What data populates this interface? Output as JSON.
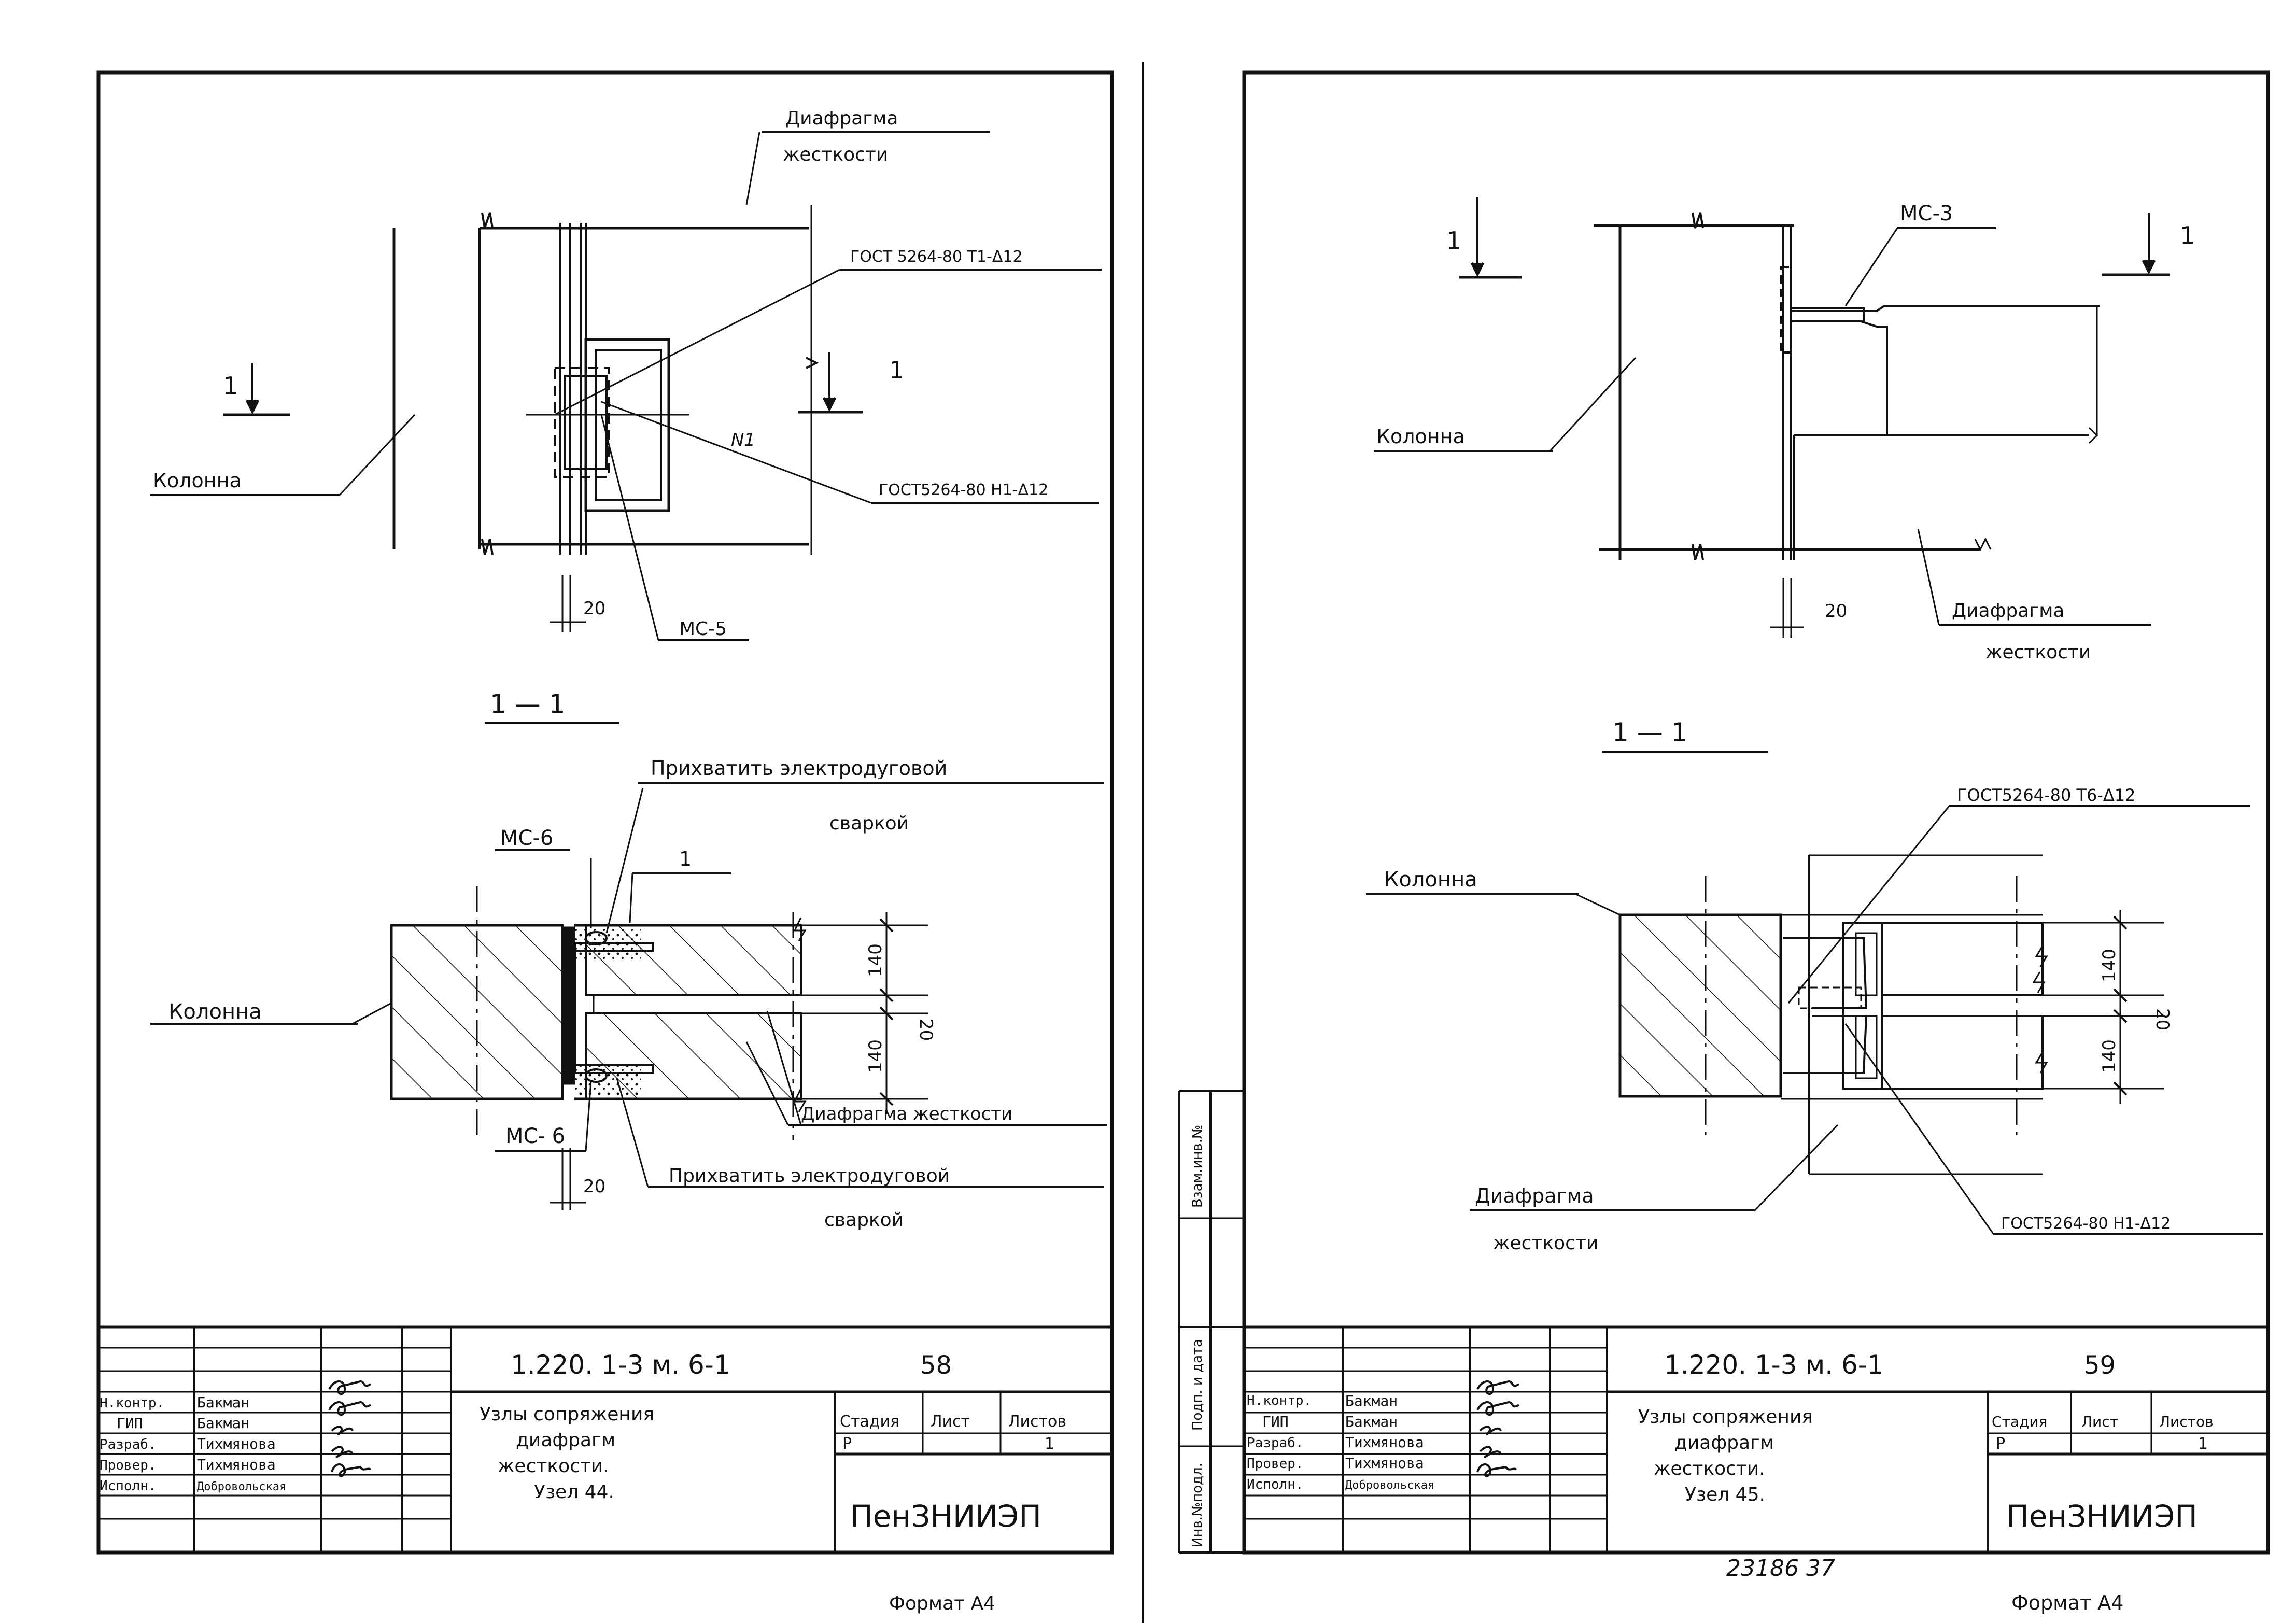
{
  "left_sheet": {
    "plan": {
      "label_diaphragm_1": "Диафрагма",
      "label_diaphragm_2": "жесткости",
      "label_column": "Колонна",
      "label_gost_top": "ГОСТ 5264-80 Т1-Δ12",
      "label_gost_bottom": "ГОСТ5264-80 Н1-Δ12",
      "label_n1": "N1",
      "label_part": "МС-5",
      "dim": "20",
      "section_mark": "1"
    },
    "section": {
      "title": "1 — 1",
      "label_weld_1a": "Прихватить электродуговой",
      "label_weld_1b": "сваркой",
      "label_weld_2a": "Прихватить электродуговой",
      "label_weld_2b": "сваркой",
      "label_part_top": "МС-6",
      "label_part_bottom": "МС- 6",
      "label_pos": "1",
      "label_column": "Колонна",
      "label_diaphragm": "Диафрагма жесткости",
      "dim_140_top": "140",
      "dim_140_bottom": "140",
      "dim_20": "20",
      "dim_20_bottom": "20"
    },
    "title_block": {
      "code": "1.220. 1-3 м.   6-1",
      "sheet_no": "58",
      "name_lines": [
        "Узлы сопряжения",
        "диафрагм",
        "жесткости.",
        "Узел 44."
      ],
      "stage_header": "Стадия",
      "sheet_header": "Лист",
      "sheets_header": "Листов",
      "stage": "Р",
      "sheets": "1",
      "org": "ПенЗНИИЭП",
      "rows": [
        {
          "role": "Н.контр.",
          "name": "Бакман"
        },
        {
          "role": "ГИП",
          "name": "Бакман"
        },
        {
          "role": "Разраб.",
          "name": "Тихмянова"
        },
        {
          "role": "Провер.",
          "name": "Тихмянова"
        },
        {
          "role": "Исполн.",
          "name": "Добровольская"
        }
      ]
    },
    "format": "Формат А4"
  },
  "right_sheet": {
    "plan": {
      "label_part": "МС-3",
      "label_column": "Колонна",
      "label_diaphragm_1": "Диафрагма",
      "label_diaphragm_2": "жесткости",
      "dim": "20",
      "section_mark": "1"
    },
    "section": {
      "title": "1 — 1",
      "label_gost_top": "ГОСТ5264-80 Т6-Δ12",
      "label_gost_bottom": "ГОСТ5264-80 Н1-Δ12",
      "label_column": "Колонна",
      "label_diaphragm_1": "Диафрагма",
      "label_diaphragm_2": "жесткости",
      "dim_140_top": "140",
      "dim_140_bottom": "140",
      "dim_20": "20"
    },
    "title_block": {
      "code": "1.220. 1-3 м.   6-1",
      "sheet_no": "59",
      "name_lines": [
        "Узлы сопряжения",
        "диафрагм",
        "жесткости.",
        "Узел 45."
      ],
      "stage_header": "Стадия",
      "sheet_header": "Лист",
      "sheets_header": "Листов",
      "stage": "Р",
      "sheets": "1",
      "org": "ПенЗНИИЭП",
      "rows": [
        {
          "role": "Н.контр.",
          "name": "Бакман"
        },
        {
          "role": "ГИП",
          "name": "Бакман"
        },
        {
          "role": "Разраб.",
          "name": "Тихмянова"
        },
        {
          "role": "Провер.",
          "name": "Тихмянова"
        },
        {
          "role": "Исполн.",
          "name": "Добровольская"
        }
      ]
    },
    "side_stamp": {
      "inv_orig": "Инв.№подл.",
      "sign_date": "Подп. и дата",
      "replace_inv": "Взам.инв.№"
    },
    "archive_no": "23186   37",
    "format": "Формат А4"
  }
}
